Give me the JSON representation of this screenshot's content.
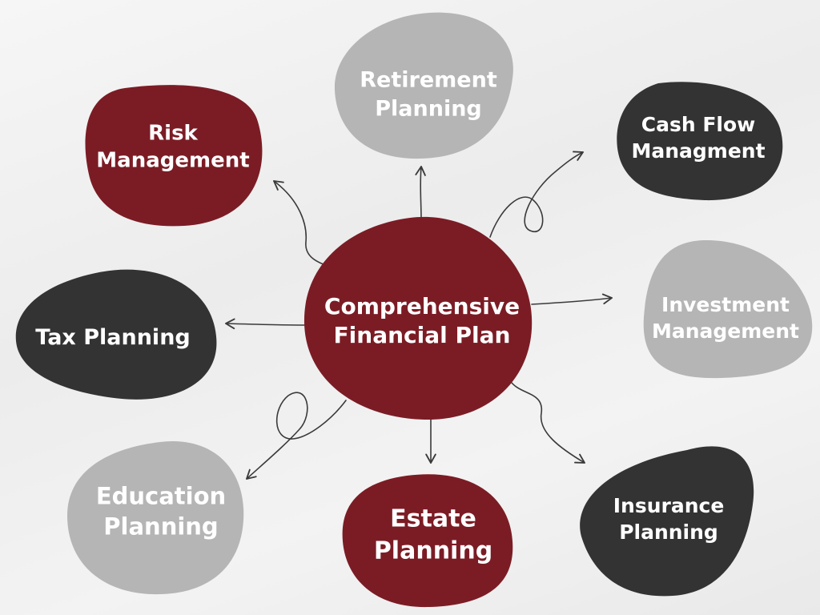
{
  "colors": {
    "maroon": "#7b1c25",
    "charcoal": "#333333",
    "gray": "#b5b5b5",
    "arrow": "#3a3a3a",
    "text": "#ffffff"
  },
  "center": {
    "line1": "Comprehensive",
    "line2": "Financial Plan",
    "color": "maroon"
  },
  "nodes": [
    {
      "id": "retirement-planning",
      "line1": "Retirement",
      "line2": "Planning",
      "color": "gray"
    },
    {
      "id": "cash-flow-managment",
      "line1": "Cash Flow",
      "line2": "Managment",
      "color": "charcoal"
    },
    {
      "id": "investment-management",
      "line1": "Investment",
      "line2": "Management",
      "color": "gray"
    },
    {
      "id": "insurance-planning",
      "line1": "Insurance",
      "line2": "Planning",
      "color": "charcoal"
    },
    {
      "id": "estate-planning",
      "line1": "Estate",
      "line2": "Planning",
      "color": "maroon"
    },
    {
      "id": "education-planning",
      "line1": "Education",
      "line2": "Planning",
      "color": "gray"
    },
    {
      "id": "tax-planning",
      "line1": "Tax Planning",
      "line2": "",
      "color": "charcoal"
    },
    {
      "id": "risk-management",
      "line1": "Risk",
      "line2": "Management",
      "color": "maroon"
    }
  ]
}
